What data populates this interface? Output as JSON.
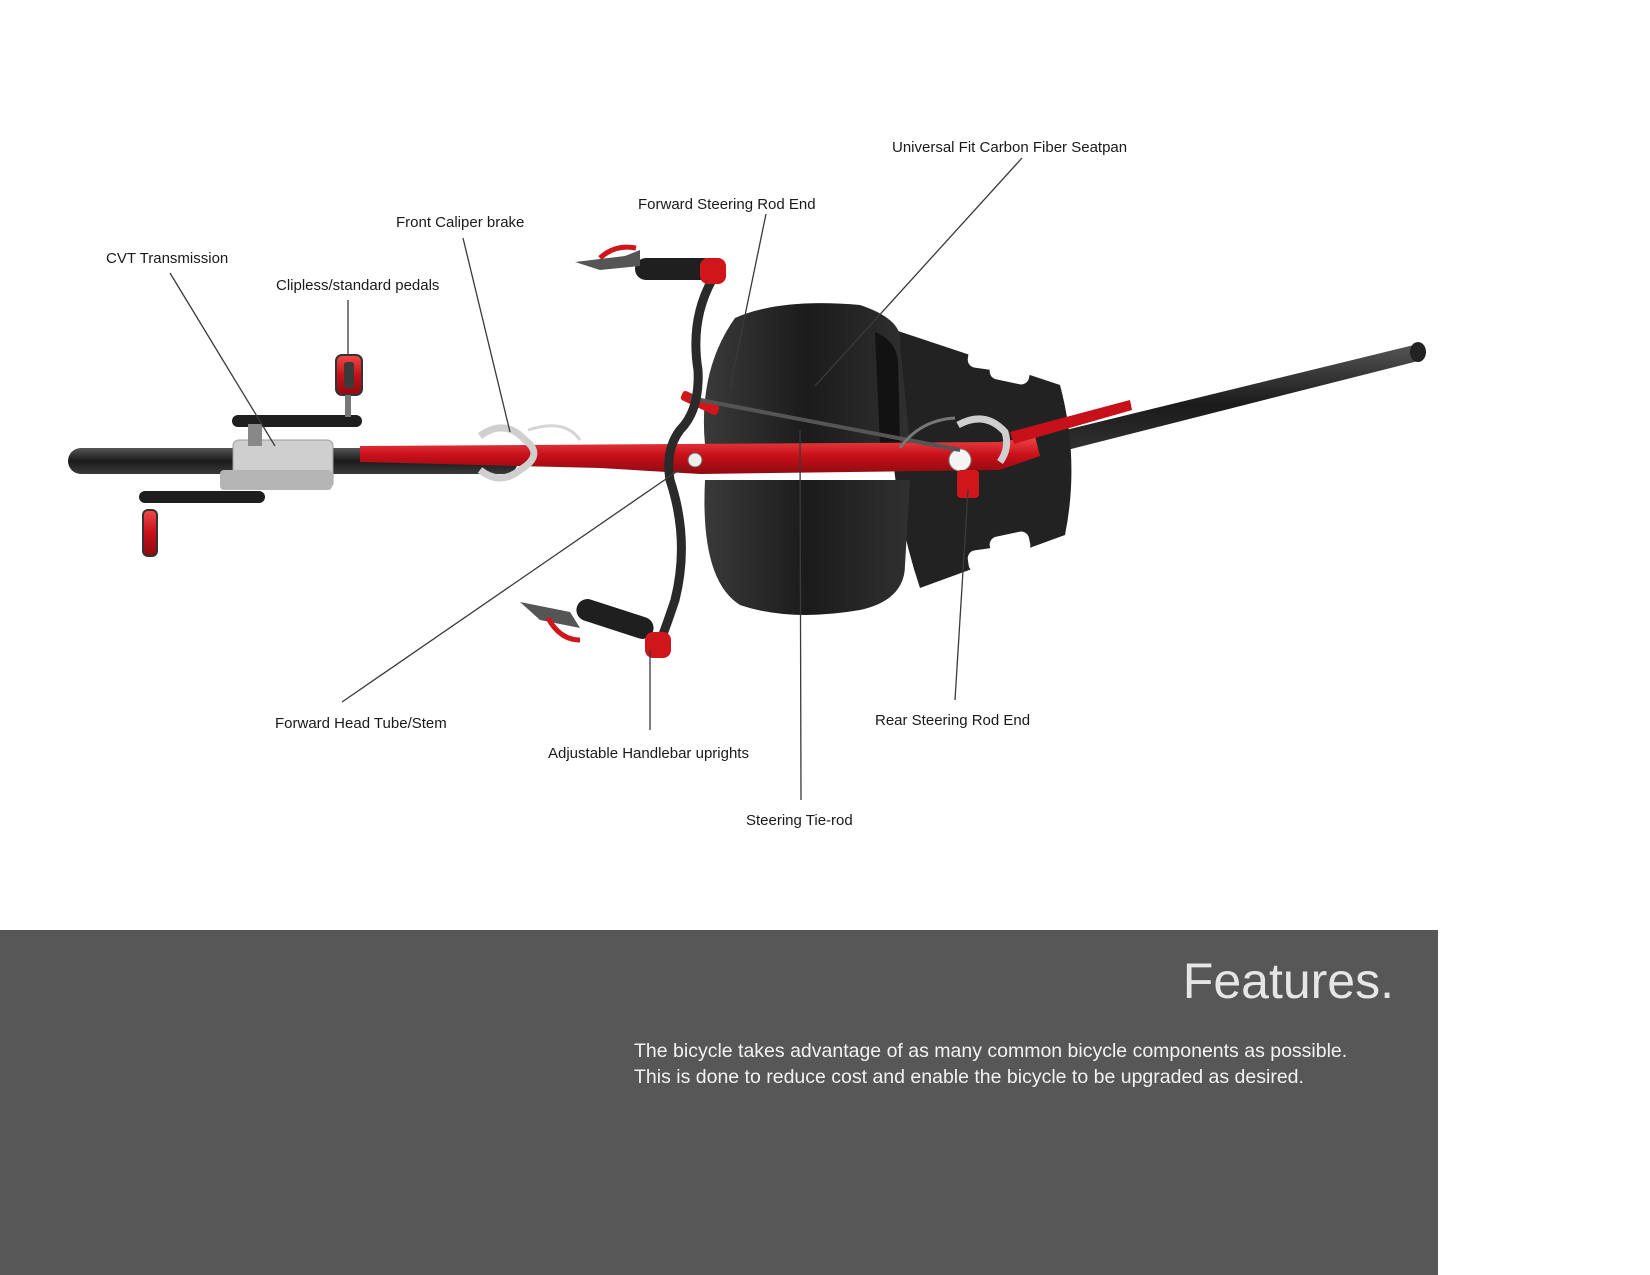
{
  "labels": {
    "seatpan": "Universal Fit Carbon Fiber Seatpan",
    "forward_steering_rod_end": "Forward Steering Rod End",
    "front_caliper_brake": "Front Caliper brake",
    "cvt_transmission": "CVT Transmission",
    "pedals": "Clipless/standard pedals",
    "forward_head_tube": "Forward Head Tube/Stem",
    "handlebar_uprights": "Adjustable Handlebar uprights",
    "rear_steering_rod_end": "Rear Steering Rod End",
    "steering_tie_rod": "Steering Tie-rod"
  },
  "panel": {
    "title": "Features.",
    "text_line1": "The bicycle takes advantage of as many common bicycle components as possible.",
    "text_line2": "This is done to reduce cost and enable the bicycle to be upgraded as desired."
  },
  "colors": {
    "frame_red": "#d0161b",
    "tire_dark": "#1e1e1e",
    "seat_dark": "#2a2a2a",
    "panel_gray": "#575757"
  }
}
